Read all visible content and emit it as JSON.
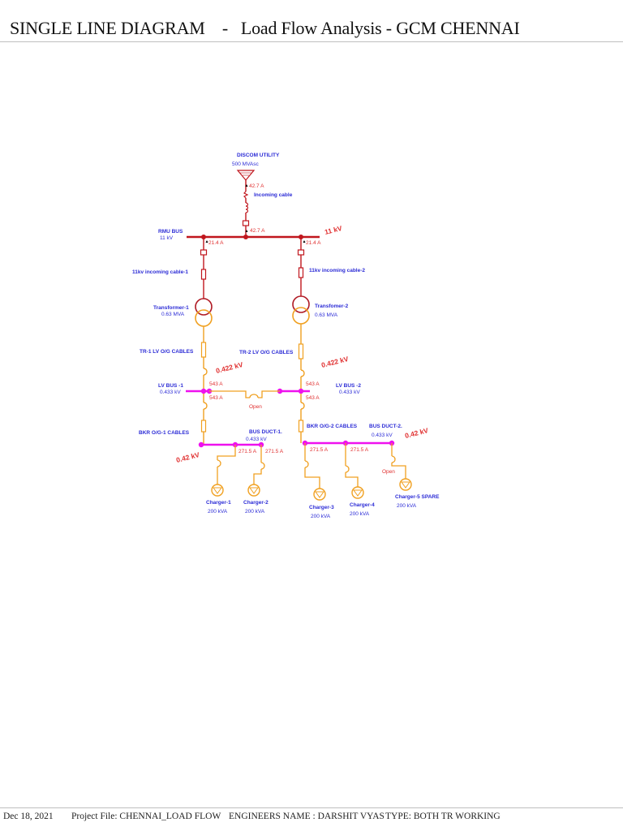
{
  "header": {
    "title": "SINGLE LINE DIAGRAM    -   Load Flow Analysis - GCM CHENNAI"
  },
  "footer": {
    "date": "Dec 18, 2021",
    "project_file": "Project File: CHENNAI_LOAD FLOW",
    "engineer": "ENGINEERS NAME : DARSHIT VYAS",
    "type": "TYPE: BOTH TR WORKING"
  },
  "colors": {
    "hv": "#c0161d",
    "lv": "#f0a020",
    "bus_lv": "#ee11ee",
    "label": "#2b2bd6",
    "value_red": "#e03030"
  },
  "diagram": {
    "utility": {
      "name": "DISCOM UTILITY",
      "rating": "500 MVAsc",
      "current": "42.7 A"
    },
    "incoming_cable": {
      "name": "Incoming cable",
      "current": "42.7 A"
    },
    "rmu_bus": {
      "name": "RMU BUS",
      "voltage": "11 kV",
      "operating_voltage": "11 kV"
    },
    "feeders": [
      {
        "current_hv": "21.4 A",
        "cable": "11kv incoming cable-1",
        "transformer": {
          "name": "Transformer-1",
          "rating": "0.63  MVA"
        },
        "lv_cable": "TR-1 LV O/G CABLES",
        "lv_voltage": "0.422 kV",
        "lv_bus": {
          "name": "LV BUS -1",
          "voltage": "0.433  kV",
          "current_in": "543 A",
          "current_out": "543 A"
        },
        "bkr_cable": "BKR O/G-1 CABLES",
        "bus_duct": {
          "name": "BUS DUCT-1.",
          "voltage": "0.433  kV",
          "operating_voltage": "0.42 kV"
        }
      },
      {
        "current_hv": "21.4 A",
        "cable": "11kv incoming cable-2",
        "transformer": {
          "name": "Transfomer-2",
          "rating": "0.63  MVA"
        },
        "lv_cable": "TR-2 LV O/G CABLES",
        "lv_voltage": "0.422 kV",
        "lv_bus": {
          "name": "LV BUS -2",
          "voltage": "0.433  kV",
          "current_in": "543 A",
          "current_out": "543 A"
        },
        "bkr_cable": "BKR O/G-2 CABLES",
        "bus_duct": {
          "name": "BUS DUCT-2.",
          "voltage": "0.433  kV",
          "operating_voltage": "0.42 kV"
        }
      }
    ],
    "bus_coupler": {
      "status": "Open"
    },
    "chargers": [
      {
        "name": "Charger-1",
        "rating": "200 kVA",
        "current": "271.5 A"
      },
      {
        "name": "Charger-2",
        "rating": "200 kVA",
        "current": "271.5 A"
      },
      {
        "name": "Charger-3",
        "rating": "200 kVA",
        "current": "271.5 A"
      },
      {
        "name": "Charger-4",
        "rating": "200 kVA",
        "current": "271.5 A"
      },
      {
        "name": "Charger-5 SPARE",
        "rating": "200 kVA",
        "status": "Open"
      }
    ]
  }
}
